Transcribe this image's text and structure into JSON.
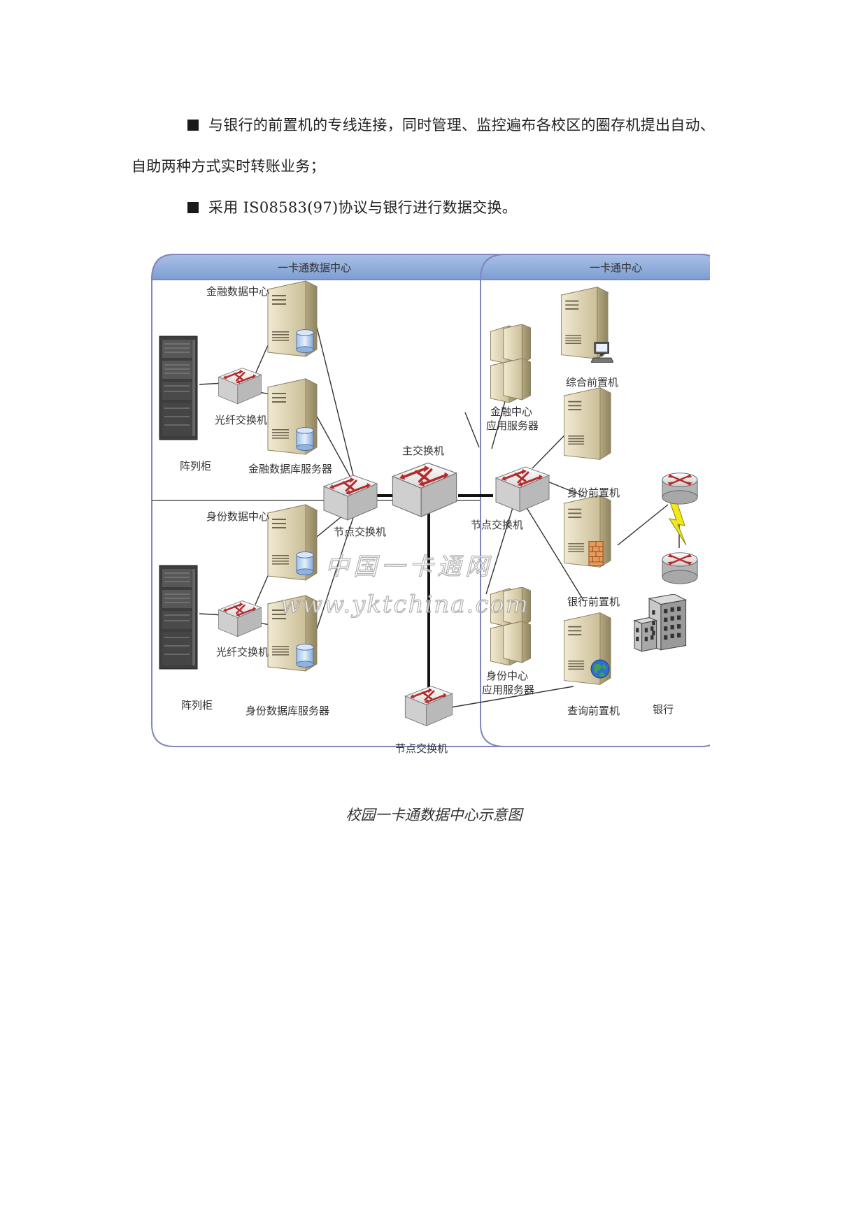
{
  "paragraphs": [
    {
      "bullet": true,
      "text": "与银行的前置机的专线连接，同时管理、监控遍布各校区的圈存机提出自动、"
    },
    {
      "bullet": false,
      "text": "自助两种方式实时转账业务；"
    },
    {
      "bullet": true,
      "text": "采用 IS08583(97)协议与银行进行数据交换。"
    }
  ],
  "diagram": {
    "left_panel_title": "一卡通数据中心",
    "right_panel_title": "一卡通中心",
    "labels": {
      "finance_data_center": "金融数据中心",
      "fiber_switch_top": "光纤交换机",
      "array_cabinet_top": "阵列柜",
      "finance_db_server": "金融数据库服务器",
      "main_switch": "主交换机",
      "node_switch_left": "节点交换机",
      "identity_data_center": "身份数据中心",
      "fiber_switch_bottom": "光纤交换机",
      "array_cabinet_bottom": "阵列柜",
      "identity_db_server": "身份数据库服务器",
      "node_switch_bottom": "节点交换机",
      "finance_center_app_line1": "金融中心",
      "finance_center_app_line2": "应用服务器",
      "general_front_end": "综合前置机",
      "identity_front_end": "身份前置机",
      "node_switch_right": "节点交换机",
      "bank_front_end": "银行前置机",
      "identity_center_app_line1": "身份中心",
      "identity_center_app_line2": "应用服务器",
      "query_front_end": "查询前置机",
      "bank": "银行"
    },
    "watermark_line1": "中国一卡通网",
    "watermark_line2": "www.yktchina.com"
  },
  "caption": "校园一卡通数据中心示意图",
  "colors": {
    "panel_header": "#8aa8d8",
    "panel_border": "#7f86c0",
    "server_body": "#d9d0b4",
    "switch_body": "#e9e9e9",
    "switch_arrow": "#b52a2a",
    "cable": "#111111",
    "link": "#333333"
  }
}
